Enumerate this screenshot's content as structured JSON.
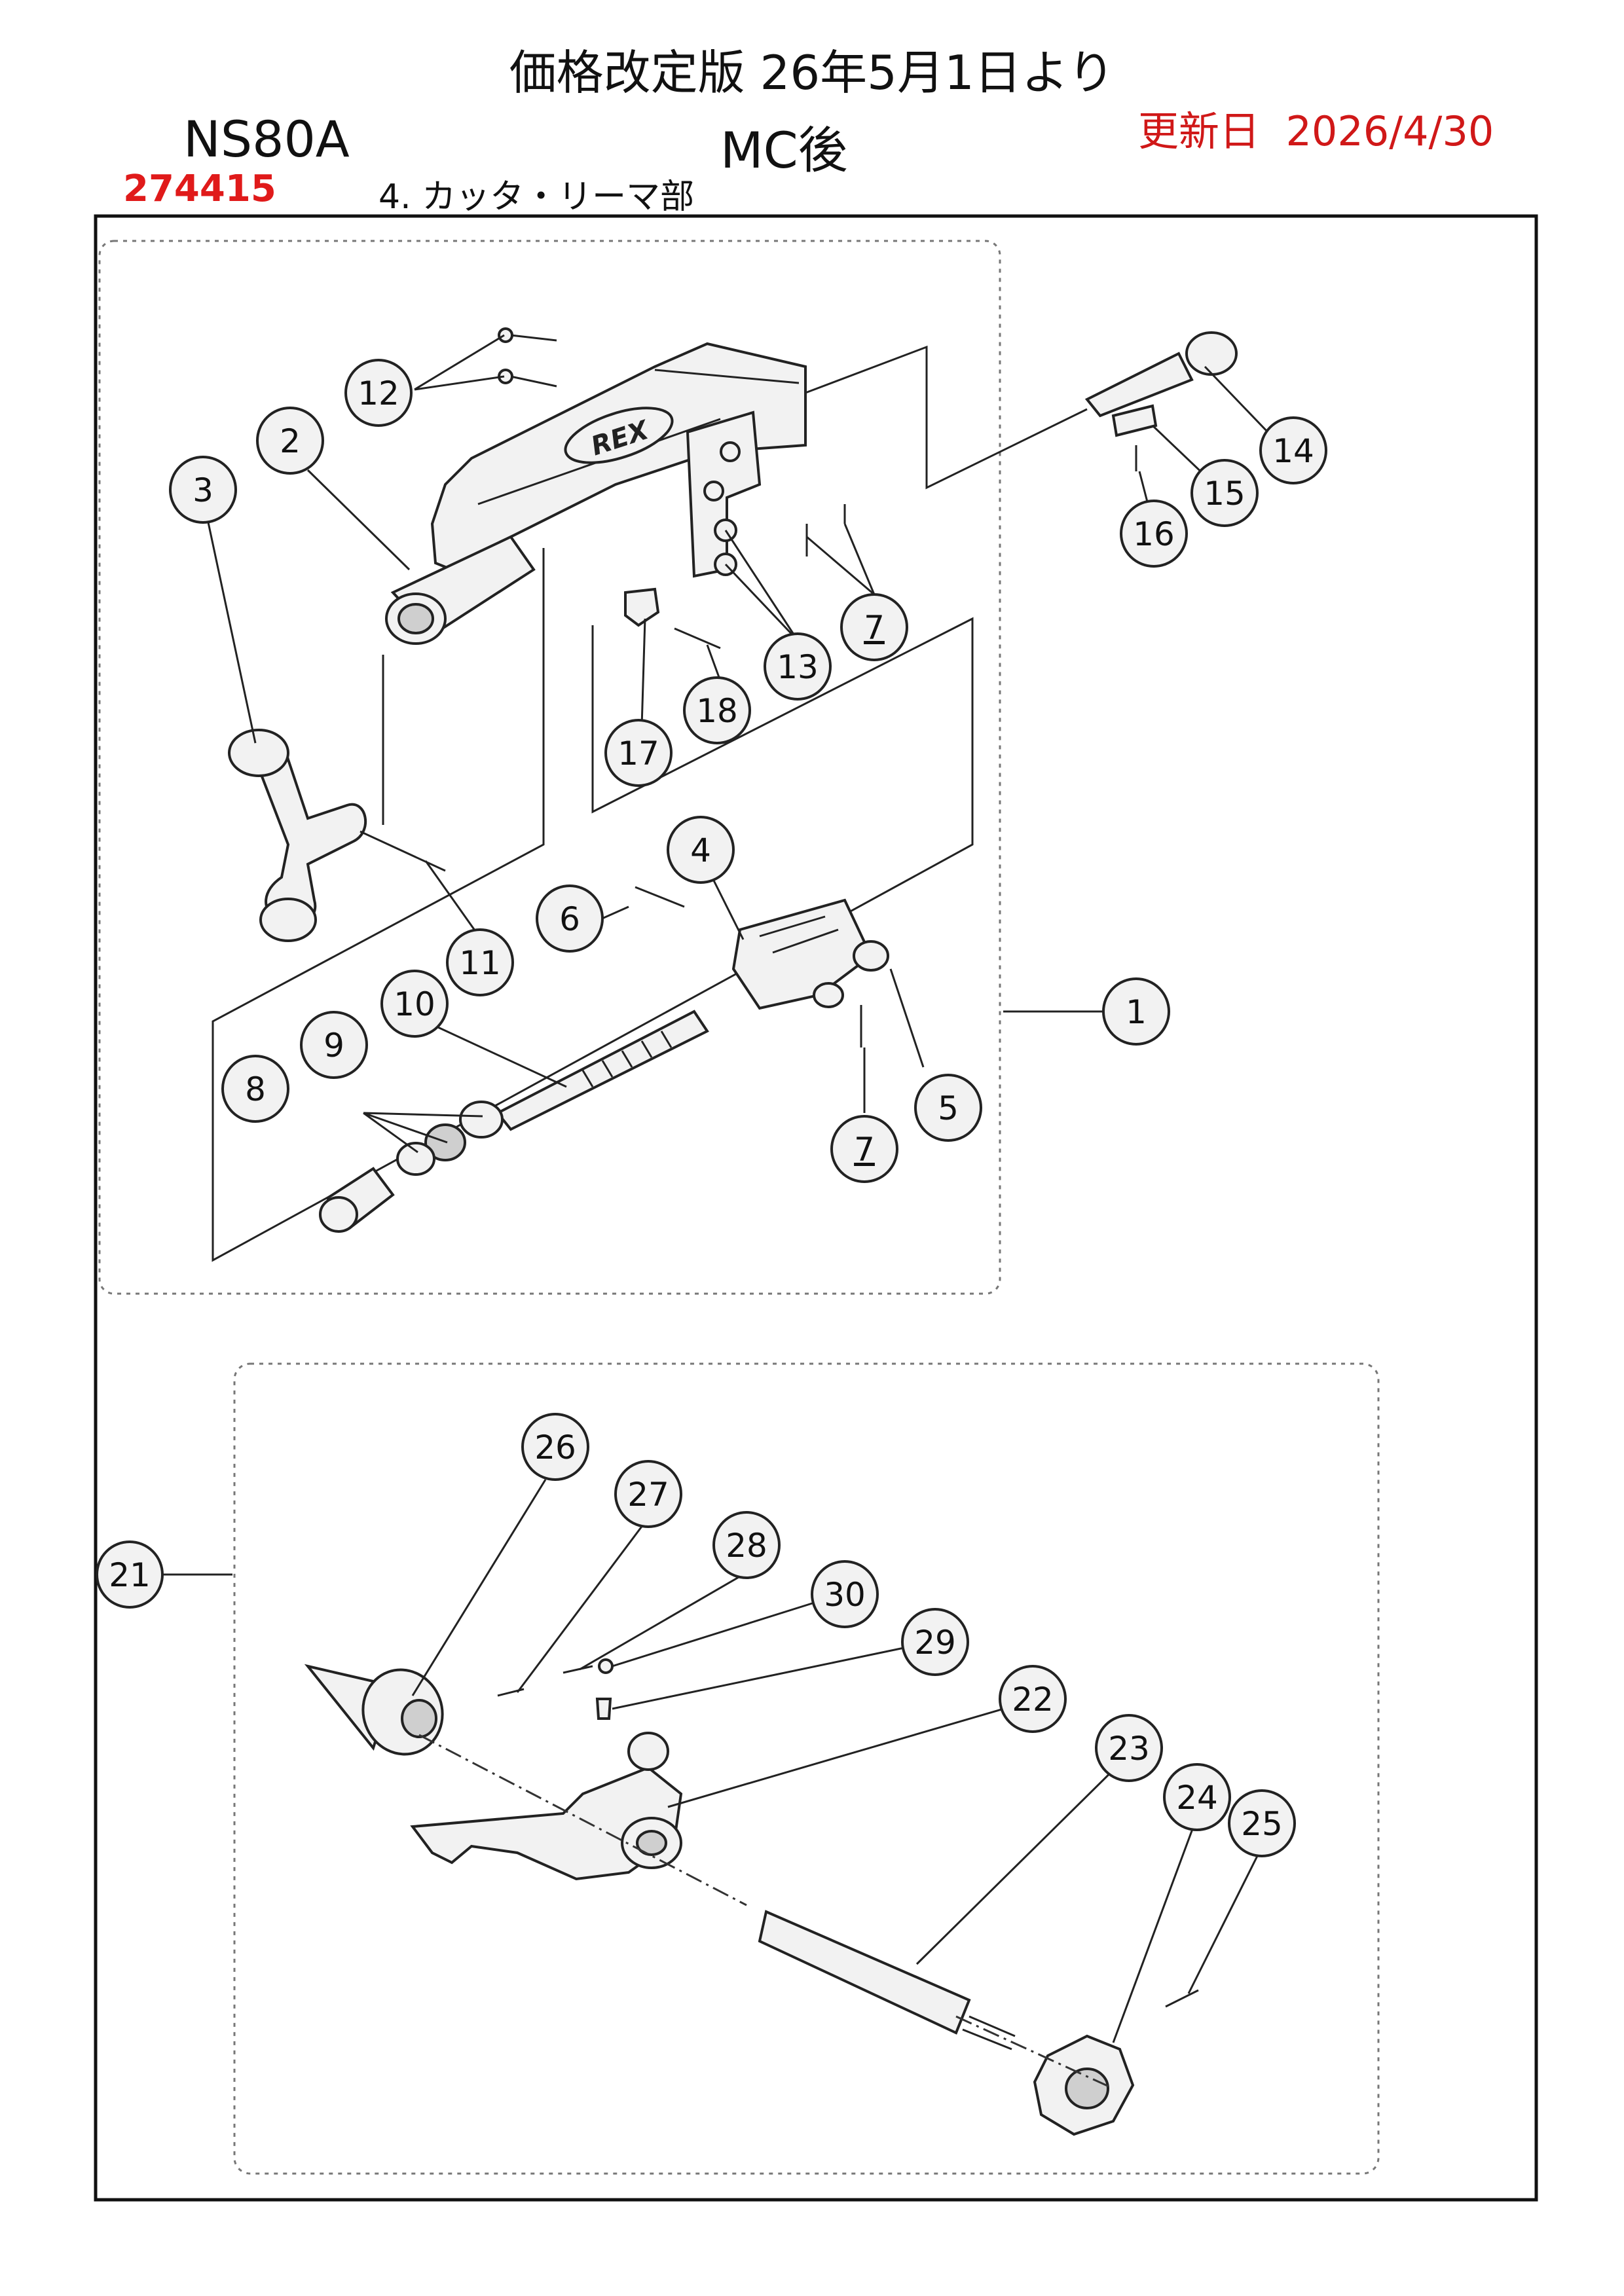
{
  "header": {
    "title": "価格改定版 26年5月1日より",
    "model": "NS80A",
    "variant": "MC後",
    "updated_label": "更新日",
    "updated_date": "2026/4/30",
    "part_code": "274415",
    "section": "4. カッタ・リーマ部"
  },
  "callouts": {
    "c1": "1",
    "c2": "2",
    "c3": "3",
    "c4": "4",
    "c5": "5",
    "c6": "6",
    "c7a": "7",
    "c7b": "7",
    "c8": "8",
    "c9": "9",
    "c10": "10",
    "c11": "11",
    "c12": "12",
    "c13": "13",
    "c14": "14",
    "c15": "15",
    "c16": "16",
    "c17": "17",
    "c18": "18",
    "c21": "21",
    "c22": "22",
    "c23": "23",
    "c24": "24",
    "c25": "25",
    "c26": "26",
    "c27": "27",
    "c28": "28",
    "c29": "29",
    "c30": "30"
  },
  "handle_logo": "REX",
  "colors": {
    "title_text": "#111111",
    "updated_text": "#d01818",
    "part_code_text": "#e01a1a",
    "line": "#222222"
  }
}
